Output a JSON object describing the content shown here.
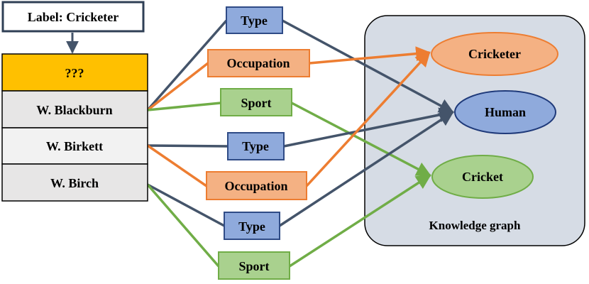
{
  "label_box": {
    "text": "Label: Cricketer"
  },
  "table": {
    "header": "???",
    "rows": [
      "W. Blackburn",
      "W. Birkett",
      "W. Birch"
    ]
  },
  "relations": [
    {
      "label": "Type",
      "kind": "type"
    },
    {
      "label": "Occupation",
      "kind": "occupation"
    },
    {
      "label": "Sport",
      "kind": "sport"
    },
    {
      "label": "Type",
      "kind": "type"
    },
    {
      "label": "Occupation",
      "kind": "occupation"
    },
    {
      "label": "Type",
      "kind": "type"
    },
    {
      "label": "Sport",
      "kind": "sport"
    }
  ],
  "knowledge_graph": {
    "title": "Knowledge graph",
    "nodes": [
      "Cricketer",
      "Human",
      "Cricket"
    ]
  },
  "colors": {
    "type": "#44546a",
    "type_fill": "#8faadc",
    "type_border": "#2f4b86",
    "occupation": "#ed7d31",
    "occupation_fill": "#f4b183",
    "sport": "#70ad47",
    "sport_fill": "#a9d18e",
    "header_fill": "#ffc000",
    "kg_fill": "#d6dce5",
    "human_fill": "#8faadc"
  }
}
